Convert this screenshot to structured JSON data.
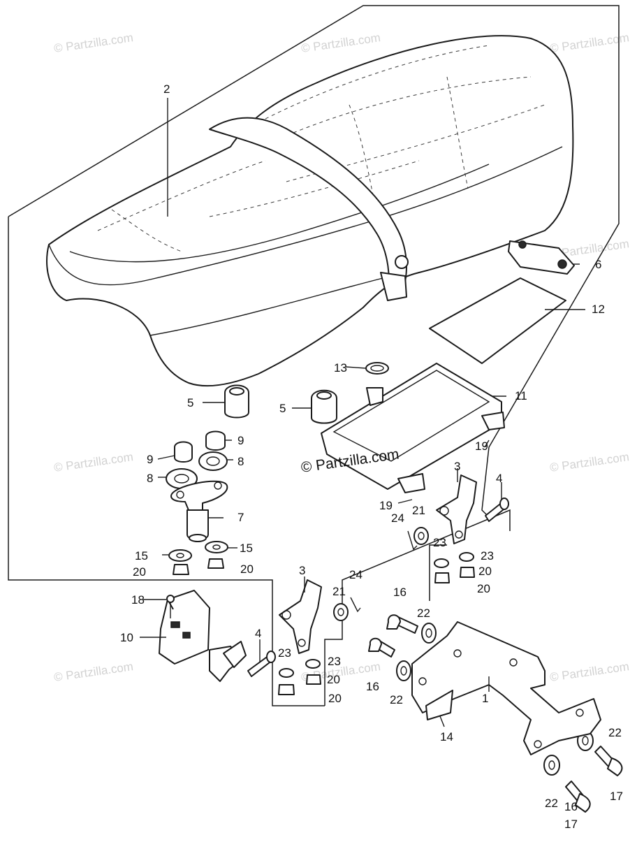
{
  "diagram": {
    "watermark_text": "© Partzilla.com",
    "center_watermark_text": "© Partzilla.com",
    "labels": [
      "1",
      "2",
      "3",
      "3",
      "4",
      "4",
      "5",
      "5",
      "6",
      "7",
      "8",
      "8",
      "9",
      "9",
      "10",
      "11",
      "12",
      "13",
      "14",
      "15",
      "15",
      "16",
      "16",
      "16",
      "17",
      "17",
      "18",
      "19",
      "19",
      "20",
      "20",
      "20",
      "20",
      "20",
      "20",
      "21",
      "21",
      "22",
      "22",
      "22",
      "22",
      "23",
      "23",
      "23",
      "23",
      "24",
      "24"
    ]
  },
  "colors": {
    "line": "#1b1b1b",
    "watermark": "#d2d2d2",
    "background": "#ffffff"
  }
}
